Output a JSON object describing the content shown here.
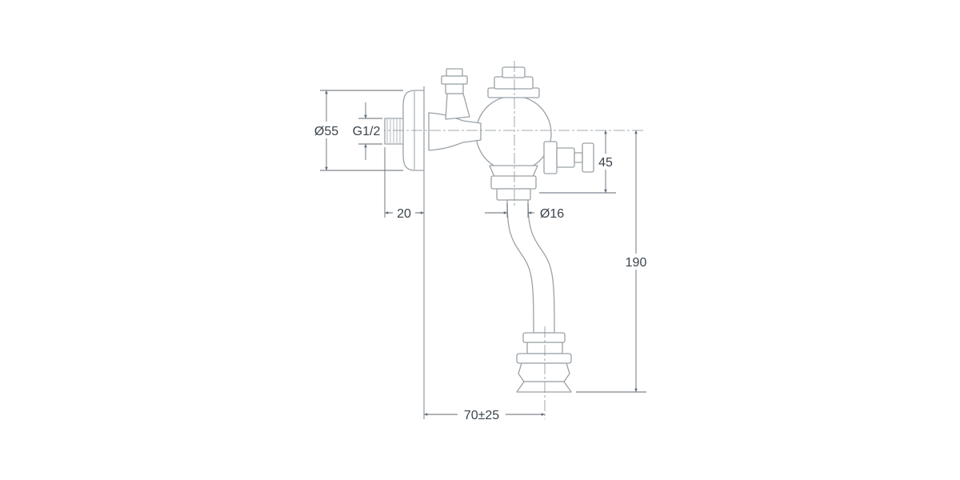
{
  "drawing": {
    "labels": {
      "flange_diameter": "Ø55",
      "thread": "G1/2",
      "button_height": "45",
      "wall_offset": "20",
      "pipe_diameter": "Ø16",
      "overall_height": "190",
      "outlet_reach": "70±25"
    },
    "colors": {
      "background": "#ffffff",
      "part_line": "#9aa2a8",
      "dimension_line": "#606a73",
      "text": "#3a434b"
    }
  }
}
